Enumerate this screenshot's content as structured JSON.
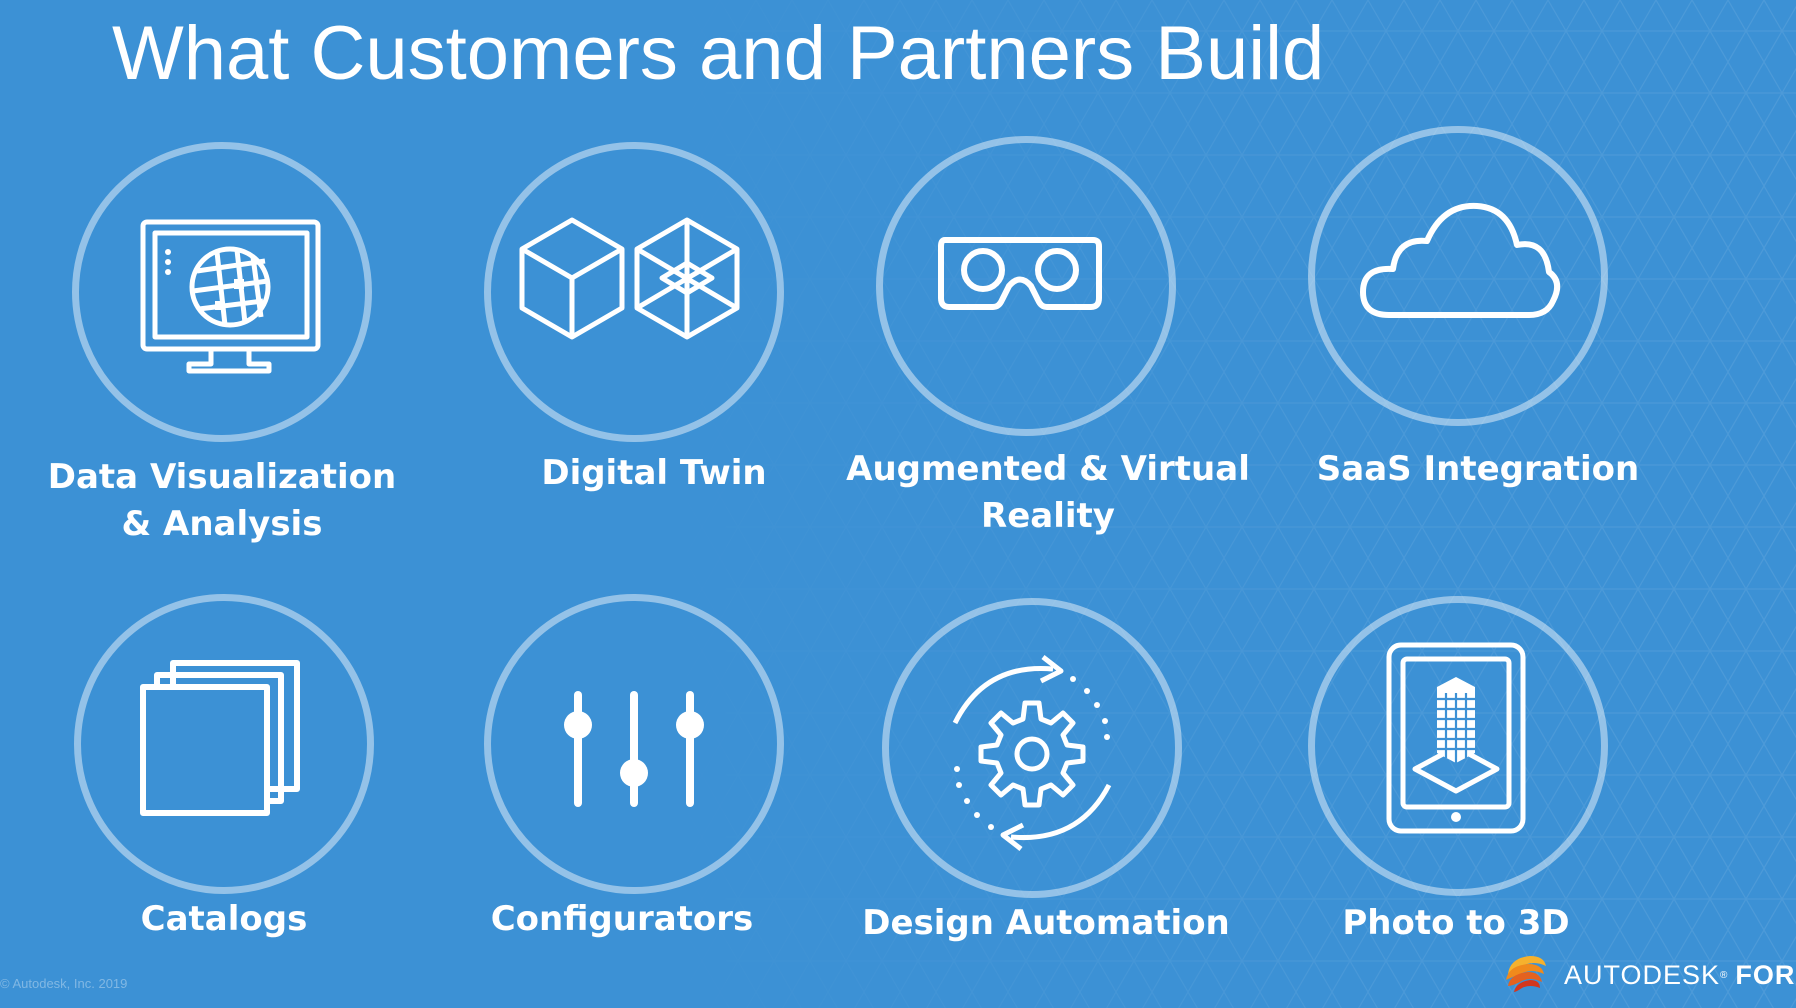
{
  "slide": {
    "title": "What Customers and Partners Build",
    "copyright": "© Autodesk, Inc. 2019"
  },
  "tiles": [
    {
      "label_lines": [
        "Data Visualization",
        "& Analysis"
      ],
      "icon": "monitor-map-icon"
    },
    {
      "label_lines": [
        "Digital Twin"
      ],
      "icon": "twin-cubes-icon"
    },
    {
      "label_lines": [
        "Augmented & Virtual",
        "Reality"
      ],
      "icon": "vr-headset-icon"
    },
    {
      "label_lines": [
        "SaaS Integration"
      ],
      "icon": "cloud-icon"
    },
    {
      "label_lines": [
        "Catalogs"
      ],
      "icon": "stacked-pages-icon"
    },
    {
      "label_lines": [
        "Configurators"
      ],
      "icon": "sliders-icon"
    },
    {
      "label_lines": [
        "Design Automation"
      ],
      "icon": "gear-cycle-icon"
    },
    {
      "label_lines": [
        "Photo to 3D"
      ],
      "icon": "tablet-building-icon"
    }
  ],
  "brand": {
    "autodesk": "AUTODESK",
    "registered": "®",
    "forge": "FORGE",
    "icon": "forge-logo-icon"
  },
  "colors": {
    "background": "#3c91d5",
    "foreground": "#ffffff",
    "logo_orange": "#f08a1c",
    "logo_red": "#d3371e"
  }
}
